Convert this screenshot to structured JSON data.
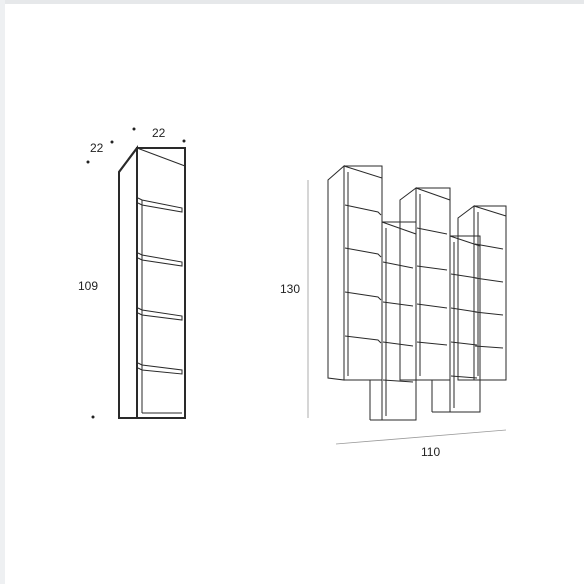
{
  "diagram": {
    "single_unit": {
      "depth_label": "22",
      "width_label": "22",
      "height_label": "109"
    },
    "composition": {
      "height_label": "130",
      "width_label": "110"
    }
  },
  "colors": {
    "line": "#2a2a2a",
    "dim_line": "#9a9a9a",
    "text": "#222222"
  }
}
